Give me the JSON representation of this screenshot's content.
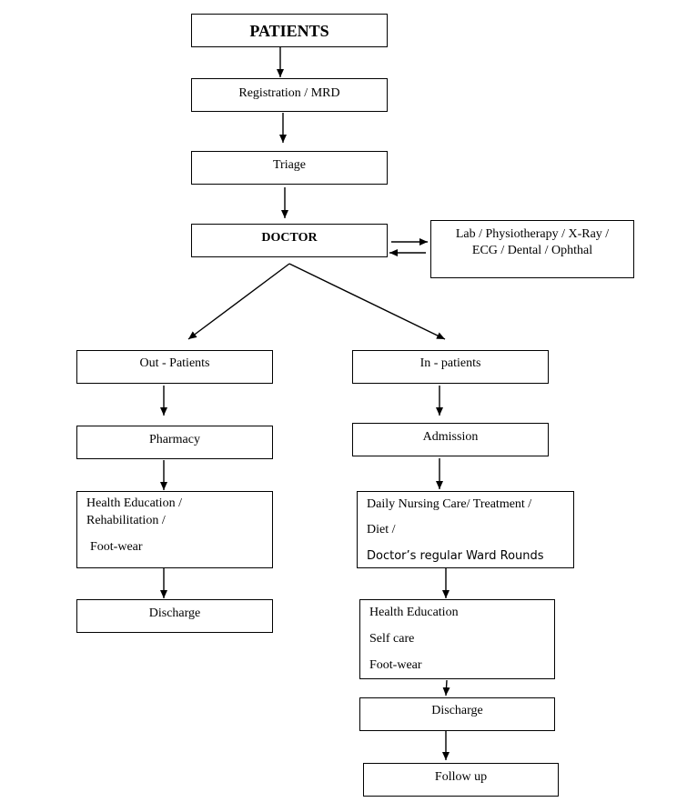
{
  "flowchart": {
    "patients": "PATIENTS",
    "registration": "Registration / MRD",
    "triage": "Triage",
    "doctor": "DOCTOR",
    "investigations": {
      "line1": "Lab / Physiotherapy / X-Ray /",
      "line2": "ECG / Dental / Ophthal"
    },
    "out_patients": {
      "title": "Out - Patients",
      "pharmacy": "Pharmacy",
      "education_line1": "Health Education /",
      "education_line2": "Rehabilitation /",
      "education_line3": "Foot-wear",
      "discharge": "Discharge"
    },
    "in_patients": {
      "title": "In - patients",
      "admission": "Admission",
      "care_line1": "Daily Nursing Care/ Treatment /",
      "care_line2": "Diet /",
      "care_line3": "Doctor’s regular Ward Rounds",
      "education_line1": "Health Education",
      "education_line2": "Self care",
      "education_line3": "Foot-wear",
      "discharge": "Discharge",
      "follow_up": "Follow up"
    }
  }
}
